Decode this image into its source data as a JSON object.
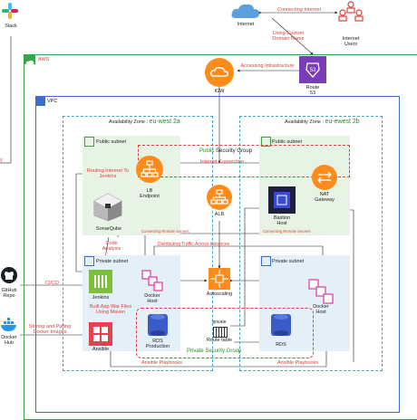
{
  "labels": {
    "slack": "Slack",
    "internet": "Internet",
    "internet_users": "Internet\nUsers",
    "connecting_internet": "Connecting Internet",
    "using_custom_domain": "Using Custom\nDomain Name",
    "aws": "AWS",
    "accessing_infra": "Accessing Infrastructure",
    "igw": "IGW",
    "route53": "Route\n53",
    "vpc": "VPC",
    "az_a_prefix": "Availability Zone : ",
    "az_a_name": "eu-west 2a",
    "az_b_prefix": "Availability Zone : ",
    "az_b_name": "eu-ewest 2b",
    "public_subnet_a": "Public subnet",
    "public_subnet_b": "Public subnet",
    "public_sg_prefix": "Public",
    "public_sg_rest": " Security Group",
    "internet_connection": "Internet Connection",
    "routing_internet": "Routing Internet To\nJenkins",
    "lb_endpoint": "LB\nEndpoint",
    "alb": "ALB",
    "bastion": "Bastion\nHost",
    "nat": "NAT\nGateway",
    "sonarqube": "SonarQube",
    "code_analysis": "Code\nAnalysis",
    "connecting_remote_servers_a": "Connecting Remote Servers",
    "connecting_remote_servers_b": "Connecting Remote Servers",
    "distributing_traffic": "Distributing Traffic Across Instances",
    "private_subnet_a": "Private subnet",
    "private_subnet_b": "Private subnet",
    "github": "GitHub\nRepo",
    "cicd": "CI/CD",
    "jenkins": "Jenkins",
    "docker_host_a": "Docker\nHost",
    "autoscaling": "Autoscaling",
    "docker_host_b": "Docker\nHost",
    "build_app": "Built App War Files\nUsing Maven",
    "docker": "Docker\nHub",
    "storing_images": "Storing and Pulling\nDocker Images",
    "ansible": "Ansible",
    "rds_prod": "RDS\nProduction",
    "private_label": "private",
    "route_table": "Route table",
    "rds": "RDS",
    "private_sg": "Private Security Group",
    "ansible_playbooks_a": "Ansible Playbooks",
    "ansible_playbooks_b": "Ansible Playbooks",
    "left_edge_text": "y"
  },
  "colors": {
    "aws_border": "#3aa24a",
    "vpc_border": "#3a6fd1",
    "az_border": "#44a5c8",
    "orange": "#ff8c1a",
    "red_sg": "#e0403a",
    "jenkins_green": "#7bbf3b",
    "pink": "#e0359d",
    "rds_blue": "#3a5bc7",
    "route53_purple": "#7a3db8",
    "ansible_red": "#e8404f"
  }
}
